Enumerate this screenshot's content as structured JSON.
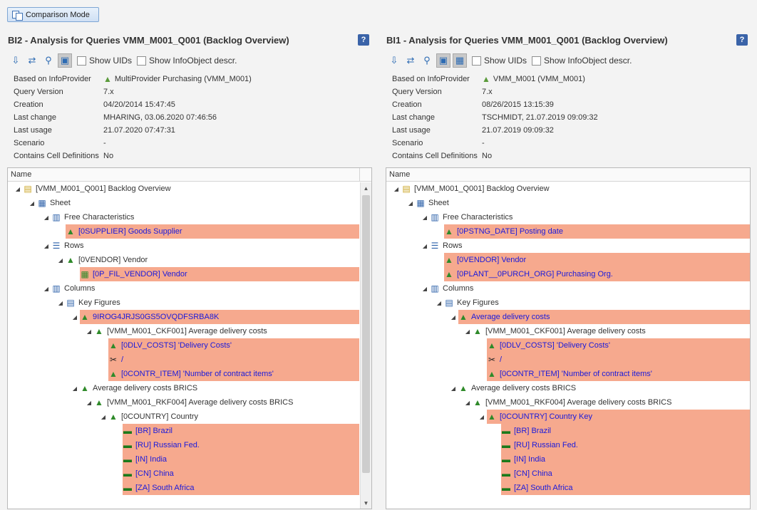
{
  "top": {
    "comparison_label": "Comparison Mode"
  },
  "toolbar": {
    "show_uids": "Show UIDs",
    "show_descr": "Show InfoObject descr."
  },
  "left": {
    "title": "BI2 - Analysis for Queries VMM_M001_Q001 (Backlog Overview)",
    "props": [
      {
        "label": "Based on InfoProvider",
        "value": "MultiProvider Purchasing (VMM_M001)",
        "icon": "multiprovider-icon"
      },
      {
        "label": "Query Version",
        "value": "7.x"
      },
      {
        "label": "Creation",
        "value": "04/20/2014 15:47:45"
      },
      {
        "label": "Last change",
        "value": "MHARING, 03.06.2020 07:46:56"
      },
      {
        "label": "Last usage",
        "value": "21.07.2020 07:47:31"
      },
      {
        "label": "Scenario",
        "value": "-"
      },
      {
        "label": "Contains Cell Definitions",
        "value": "No"
      }
    ],
    "tree_header": "Name",
    "rows": [
      {
        "level": 0,
        "toggle": "◢",
        "icon": "query-icon",
        "label": "[VMM_M001_Q001] Backlog Overview",
        "hl": false
      },
      {
        "level": 1,
        "toggle": "◢",
        "icon": "sheet-icon",
        "label": "Sheet",
        "hl": false
      },
      {
        "level": 2,
        "toggle": "◢",
        "icon": "free-chars-icon",
        "label": "Free Characteristics",
        "hl": false
      },
      {
        "level": 3,
        "toggle": "",
        "icon": "characteristic-icon",
        "label": "[0SUPPLIER] Goods Supplier",
        "hl": true
      },
      {
        "level": 2,
        "toggle": "◢",
        "icon": "rows-icon",
        "label": "Rows",
        "hl": false
      },
      {
        "level": 3,
        "toggle": "◢",
        "icon": "characteristic-icon",
        "label": "[0VENDOR] Vendor",
        "hl": false
      },
      {
        "level": 4,
        "toggle": "",
        "icon": "filter-icon",
        "label": "[0P_FIL_VENDOR] Vendor",
        "hl": true
      },
      {
        "level": 2,
        "toggle": "◢",
        "icon": "columns-icon",
        "label": "Columns",
        "hl": false
      },
      {
        "level": 3,
        "toggle": "◢",
        "icon": "key-figures-icon",
        "label": "Key Figures",
        "hl": false
      },
      {
        "level": 4,
        "toggle": "◢",
        "icon": "characteristic-icon",
        "label": "9IROG4JRJS0GS5OVQDFSRBA8K",
        "hl": true
      },
      {
        "level": 5,
        "toggle": "◢",
        "icon": "formula-icon",
        "label": "[VMM_M001_CKF001] Average delivery costs",
        "hl": false
      },
      {
        "level": 6,
        "toggle": "",
        "icon": "characteristic-icon",
        "label": "[0DLV_COSTS] 'Delivery Costs'",
        "hl": true
      },
      {
        "level": 6,
        "toggle": "",
        "icon": "operator-icon",
        "label": "/",
        "hl": true
      },
      {
        "level": 6,
        "toggle": "",
        "icon": "characteristic-icon",
        "label": "[0CONTR_ITEM] 'Number of contract items'",
        "hl": true
      },
      {
        "level": 4,
        "toggle": "◢",
        "icon": "characteristic-icon",
        "label": "Average delivery costs BRICS",
        "hl": false
      },
      {
        "level": 5,
        "toggle": "◢",
        "icon": "characteristic-icon",
        "label": "[VMM_M001_RKF004] Average delivery costs BRICS",
        "hl": false
      },
      {
        "level": 6,
        "toggle": "◢",
        "icon": "characteristic-icon",
        "label": "[0COUNTRY] Country",
        "hl": false
      },
      {
        "level": 7,
        "toggle": "",
        "icon": "equals-icon",
        "label": "[BR] Brazil",
        "hl": true
      },
      {
        "level": 7,
        "toggle": "",
        "icon": "equals-icon",
        "label": "[RU] Russian Fed.",
        "hl": true
      },
      {
        "level": 7,
        "toggle": "",
        "icon": "equals-icon",
        "label": "[IN] India",
        "hl": true
      },
      {
        "level": 7,
        "toggle": "",
        "icon": "equals-icon",
        "label": "[CN] China",
        "hl": true
      },
      {
        "level": 7,
        "toggle": "",
        "icon": "equals-icon",
        "label": "[ZA] South Africa",
        "hl": true
      }
    ]
  },
  "right": {
    "title": "BI1 - Analysis for Queries VMM_M001_Q001 (Backlog Overview)",
    "props": [
      {
        "label": "Based on InfoProvider",
        "value": "VMM_M001 (VMM_M001)",
        "icon": "multiprovider-icon"
      },
      {
        "label": "Query Version",
        "value": "7.x"
      },
      {
        "label": "Creation",
        "value": "08/26/2015 13:15:39"
      },
      {
        "label": "Last change",
        "value": "TSCHMIDT, 21.07.2019 09:09:32"
      },
      {
        "label": "Last usage",
        "value": "21.07.2019 09:09:32"
      },
      {
        "label": "Scenario",
        "value": "-"
      },
      {
        "label": "Contains Cell Definitions",
        "value": "No"
      }
    ],
    "tree_header": "Name",
    "rows": [
      {
        "level": 0,
        "toggle": "◢",
        "icon": "query-icon",
        "label": "[VMM_M001_Q001] Backlog Overview",
        "hl": false
      },
      {
        "level": 1,
        "toggle": "◢",
        "icon": "sheet-icon",
        "label": "Sheet",
        "hl": false
      },
      {
        "level": 2,
        "toggle": "◢",
        "icon": "free-chars-icon",
        "label": "Free Characteristics",
        "hl": false
      },
      {
        "level": 3,
        "toggle": "",
        "icon": "characteristic-icon",
        "label": "[0PSTNG_DATE] Posting date",
        "hl": true
      },
      {
        "level": 2,
        "toggle": "◢",
        "icon": "rows-icon",
        "label": "Rows",
        "hl": false
      },
      {
        "level": 3,
        "toggle": "",
        "icon": "characteristic-icon",
        "label": "[0VENDOR] Vendor",
        "hl": true
      },
      {
        "level": 3,
        "toggle": "",
        "icon": "characteristic-icon",
        "label": "[0PLANT__0PURCH_ORG] Purchasing Org.",
        "hl": true
      },
      {
        "level": 2,
        "toggle": "◢",
        "icon": "columns-icon",
        "label": "Columns",
        "hl": false
      },
      {
        "level": 3,
        "toggle": "◢",
        "icon": "key-figures-icon",
        "label": "Key Figures",
        "hl": false
      },
      {
        "level": 4,
        "toggle": "◢",
        "icon": "characteristic-icon",
        "label": "Average delivery costs",
        "hl": true
      },
      {
        "level": 5,
        "toggle": "◢",
        "icon": "formula-icon",
        "label": "[VMM_M001_CKF001] Average delivery costs",
        "hl": false
      },
      {
        "level": 6,
        "toggle": "",
        "icon": "characteristic-icon",
        "label": "[0DLV_COSTS] 'Delivery Costs'",
        "hl": true
      },
      {
        "level": 6,
        "toggle": "",
        "icon": "operator-icon",
        "label": "/",
        "hl": true
      },
      {
        "level": 6,
        "toggle": "",
        "icon": "characteristic-icon",
        "label": "[0CONTR_ITEM] 'Number of contract items'",
        "hl": true
      },
      {
        "level": 4,
        "toggle": "◢",
        "icon": "characteristic-icon",
        "label": "Average delivery costs BRICS",
        "hl": false
      },
      {
        "level": 5,
        "toggle": "◢",
        "icon": "characteristic-icon",
        "label": "[VMM_M001_RKF004] Average delivery costs BRICS",
        "hl": false
      },
      {
        "level": 6,
        "toggle": "◢",
        "icon": "characteristic-icon",
        "label": "[0COUNTRY] Country Key",
        "hl": true
      },
      {
        "level": 7,
        "toggle": "",
        "icon": "equals-icon",
        "label": "[BR] Brazil",
        "hl": true
      },
      {
        "level": 7,
        "toggle": "",
        "icon": "equals-icon",
        "label": "[RU] Russian Fed.",
        "hl": true
      },
      {
        "level": 7,
        "toggle": "",
        "icon": "equals-icon",
        "label": "[IN] India",
        "hl": true
      },
      {
        "level": 7,
        "toggle": "",
        "icon": "equals-icon",
        "label": "[CN] China",
        "hl": true
      },
      {
        "level": 7,
        "toggle": "",
        "icon": "equals-icon",
        "label": "[ZA] South Africa",
        "hl": true
      }
    ]
  },
  "colors": {
    "highlight": "#f6a98e",
    "diff_text": "#1a1adb",
    "accent": "#3a63a8"
  }
}
